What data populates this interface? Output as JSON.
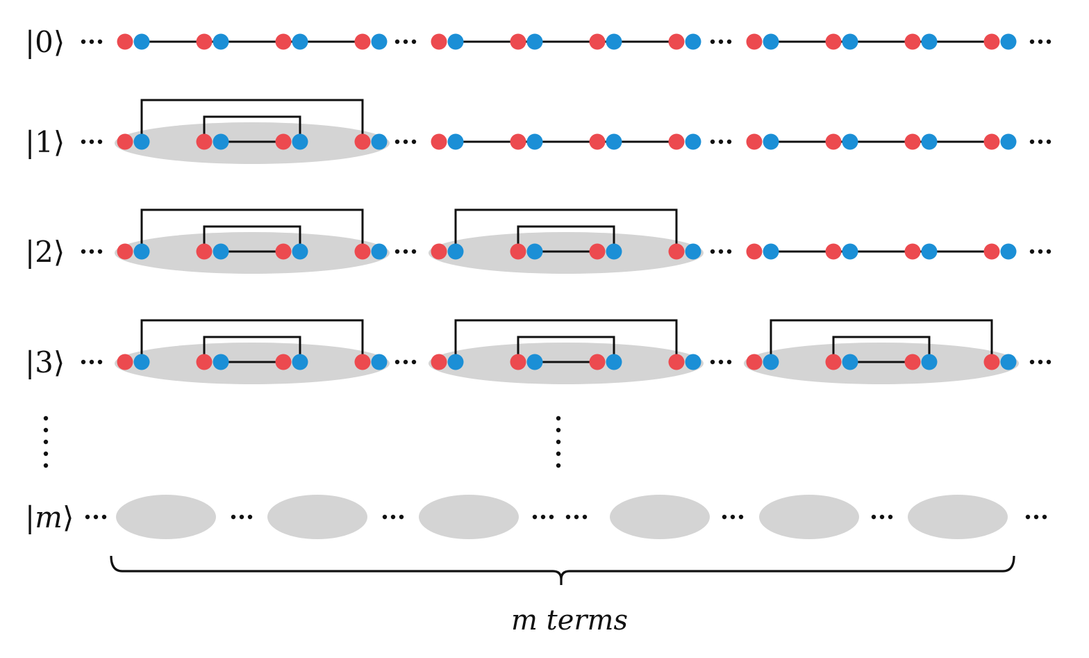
{
  "colors": {
    "red": "#ec4a4f",
    "blue": "#1b8fd6",
    "ellipse": "#d4d4d4",
    "line": "#111111"
  },
  "rows": [
    {
      "label_pre": "|0",
      "label_italic": "",
      "label_post": "⟩",
      "pairs": 3
    },
    {
      "label_pre": "|1",
      "label_italic": "",
      "label_post": "⟩",
      "pairs": 2
    },
    {
      "label_pre": "|2",
      "label_italic": "",
      "label_post": "⟩",
      "pairs": 1
    },
    {
      "label_pre": "|3",
      "label_italic": "",
      "label_post": "⟩",
      "pairs": 0
    }
  ],
  "last_row": {
    "label_pre": "|",
    "label_italic": "m",
    "label_post": "⟩",
    "blobs": 6
  },
  "caption": "m terms"
}
